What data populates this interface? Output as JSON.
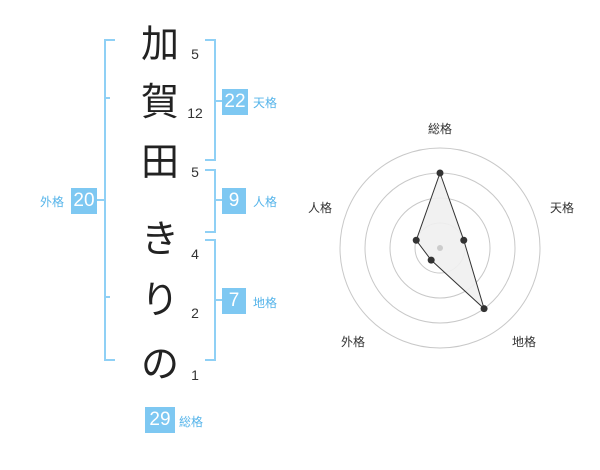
{
  "name": {
    "characters": [
      "加",
      "賀",
      "田",
      "き",
      "り",
      "の"
    ],
    "strokes": [
      "5",
      "12",
      "5",
      "4",
      "2",
      "1"
    ]
  },
  "fortune": {
    "tenkaku": {
      "value": "22",
      "label": "天格"
    },
    "jinkaku": {
      "value": "9",
      "label": "人格"
    },
    "chikaku": {
      "value": "7",
      "label": "地格"
    },
    "gaikaku": {
      "value": "20",
      "label": "外格"
    },
    "soukaku": {
      "value": "29",
      "label": "総格"
    }
  },
  "colors": {
    "accent": "#7ec8f2",
    "accent_text": "#55b4ea",
    "bracket": "#8fd0f5",
    "ring": "#c8c8c8",
    "fill": "#efefef"
  },
  "chart_data": {
    "type": "radar",
    "axes": [
      "総格",
      "天格",
      "地格",
      "外格",
      "人格"
    ],
    "values": [
      29,
      22,
      7,
      20,
      9
    ],
    "series": [
      {
        "values": [
          0.75,
          0.25,
          0.75,
          0.15,
          0.25
        ]
      }
    ],
    "rings": 4,
    "grid": true
  }
}
